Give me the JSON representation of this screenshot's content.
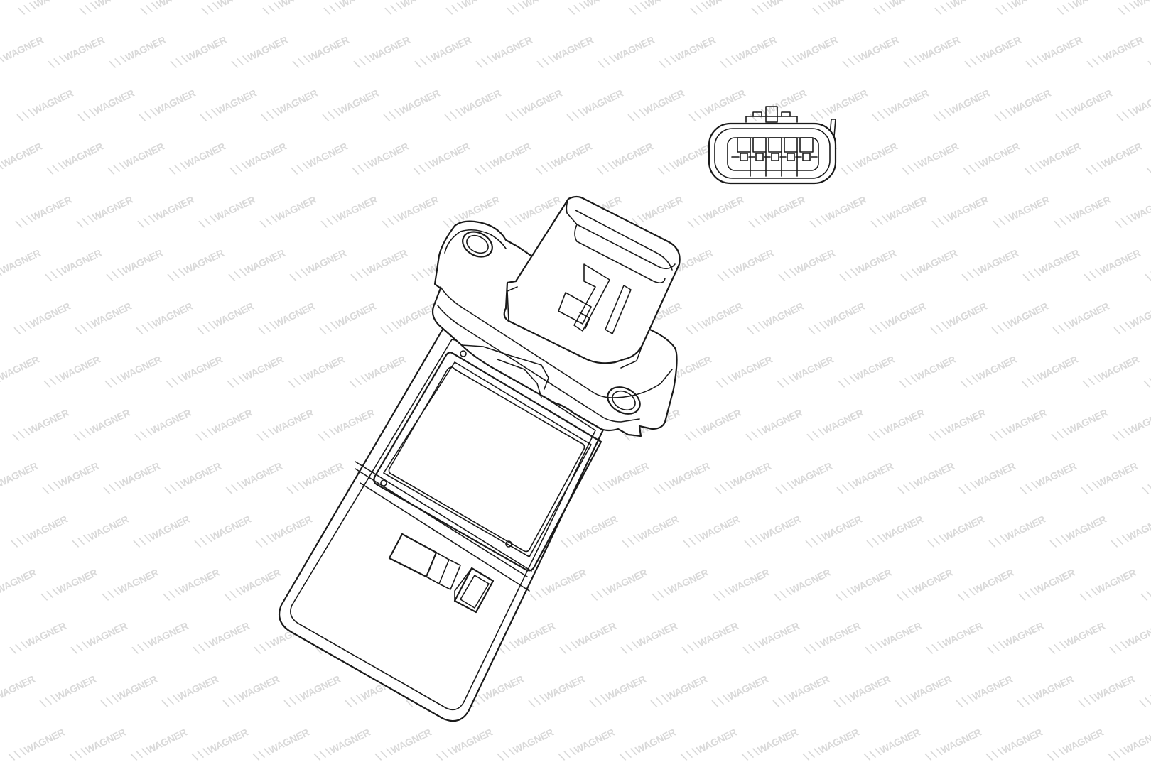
{
  "watermark": {
    "text": "WAGNER",
    "color": "#d9d9d9"
  },
  "figure": {
    "components": [
      "mass-air-flow-sensor",
      "connector-face-view"
    ],
    "line_color": "#1a1a1a",
    "background": "#ffffff",
    "connector_pin_count": 5
  }
}
